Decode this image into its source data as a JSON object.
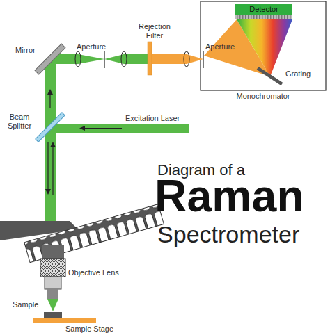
{
  "diagram": {
    "nodes": [
      {
        "text": [
          "Monochromator"
        ]
      },
      {
        "text": [
          "Detector"
        ],
        "in": 0
      }
    ],
    "labels": [
      "Aperture",
      "Rejection Filter",
      "Aperture",
      "Grating",
      "Mirror",
      "Beam Splitter",
      "Excitation Laser",
      "Diagram of a",
      "Raman",
      "Spectrometer",
      "Objective Lens",
      "Sample",
      "Sample Stage"
    ]
  }
}
